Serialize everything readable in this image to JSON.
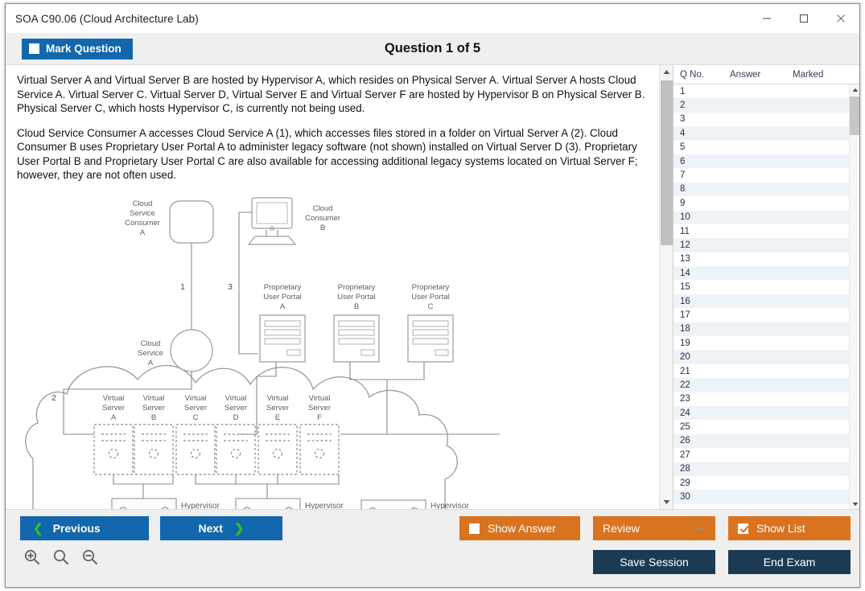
{
  "window": {
    "title": "SOA C90.06 (Cloud Architecture Lab)",
    "minimize_label": "─",
    "maximize_label": "□",
    "close_label": "✕"
  },
  "header": {
    "mark_question_label": "Mark Question",
    "mark_question_checked": false,
    "question_title": "Question 1 of 5"
  },
  "question": {
    "paragraphs": [
      "Virtual Server A and Virtual Server B are hosted by Hypervisor A, which resides on Physical Server A. Virtual Server A hosts Cloud Service A. Virtual Server C. Virtual Server D, Virtual Server E and Virtual Server F are hosted by Hypervisor B on Physical Server B. Physical Server C, which hosts Hypervisor C, is currently not being used.",
      "Cloud Service Consumer A accesses Cloud Service A (1), which accesses files stored in a folder on Virtual Server A (2). Cloud Consumer B uses Proprietary User Portal A to administer legacy software (not shown) installed on Virtual Server D (3). Proprietary User Portal B and Proprietary User Portal C are also available for accessing additional legacy systems located on Virtual Server F; however, they are not often used."
    ]
  },
  "diagram": {
    "consumer_a": [
      "Cloud",
      "Service",
      "Consumer",
      "A"
    ],
    "consumer_b": [
      "Cloud",
      "Consumer",
      "B"
    ],
    "cloud_service_a": [
      "Cloud",
      "Service",
      "A"
    ],
    "portals": [
      [
        "Proprietary",
        "User Portal",
        "A"
      ],
      [
        "Proprietary",
        "User Portal",
        "B"
      ],
      [
        "Proprietary",
        "User Portal",
        "C"
      ]
    ],
    "virtual_servers": [
      [
        "Virtual",
        "Server",
        "A"
      ],
      [
        "Virtual",
        "Server",
        "B"
      ],
      [
        "Virtual",
        "Server",
        "C"
      ],
      [
        "Virtual",
        "Server",
        "D"
      ],
      [
        "Virtual",
        "Server",
        "E"
      ],
      [
        "Virtual",
        "Server",
        "F"
      ]
    ],
    "hypervisors": [
      "Hypervisor",
      "Hypervisor",
      "Hypervisor"
    ],
    "callouts": [
      "1",
      "2",
      "3"
    ]
  },
  "list": {
    "columns": [
      "Q No.",
      "Answer",
      "Marked"
    ],
    "rows": [
      {
        "no": "1",
        "answer": "",
        "marked": ""
      },
      {
        "no": "2",
        "answer": "",
        "marked": ""
      },
      {
        "no": "3",
        "answer": "",
        "marked": ""
      },
      {
        "no": "4",
        "answer": "",
        "marked": ""
      },
      {
        "no": "5",
        "answer": "",
        "marked": ""
      },
      {
        "no": "6",
        "answer": "",
        "marked": ""
      },
      {
        "no": "7",
        "answer": "",
        "marked": ""
      },
      {
        "no": "8",
        "answer": "",
        "marked": ""
      },
      {
        "no": "9",
        "answer": "",
        "marked": ""
      },
      {
        "no": "10",
        "answer": "",
        "marked": ""
      },
      {
        "no": "11",
        "answer": "",
        "marked": ""
      },
      {
        "no": "12",
        "answer": "",
        "marked": ""
      },
      {
        "no": "13",
        "answer": "",
        "marked": ""
      },
      {
        "no": "14",
        "answer": "",
        "marked": ""
      },
      {
        "no": "15",
        "answer": "",
        "marked": ""
      },
      {
        "no": "16",
        "answer": "",
        "marked": ""
      },
      {
        "no": "17",
        "answer": "",
        "marked": ""
      },
      {
        "no": "18",
        "answer": "",
        "marked": ""
      },
      {
        "no": "19",
        "answer": "",
        "marked": ""
      },
      {
        "no": "20",
        "answer": "",
        "marked": ""
      },
      {
        "no": "21",
        "answer": "",
        "marked": ""
      },
      {
        "no": "22",
        "answer": "",
        "marked": ""
      },
      {
        "no": "23",
        "answer": "",
        "marked": ""
      },
      {
        "no": "24",
        "answer": "",
        "marked": ""
      },
      {
        "no": "25",
        "answer": "",
        "marked": ""
      },
      {
        "no": "26",
        "answer": "",
        "marked": ""
      },
      {
        "no": "27",
        "answer": "",
        "marked": ""
      },
      {
        "no": "28",
        "answer": "",
        "marked": ""
      },
      {
        "no": "29",
        "answer": "",
        "marked": ""
      },
      {
        "no": "30",
        "answer": "",
        "marked": ""
      }
    ]
  },
  "footer": {
    "previous_label": "Previous",
    "next_label": "Next",
    "show_answer_label": "Show Answer",
    "show_answer_checked": false,
    "review_label": "Review",
    "show_list_label": "Show List",
    "show_list_checked": true,
    "save_session_label": "Save Session",
    "end_exam_label": "End Exam"
  },
  "colors": {
    "primary_blue": "#1267ad",
    "accent_orange": "#d9731f",
    "navy": "#1d3a54",
    "chevron_green": "#2ac02a",
    "row_alt": "#eef3f8"
  }
}
